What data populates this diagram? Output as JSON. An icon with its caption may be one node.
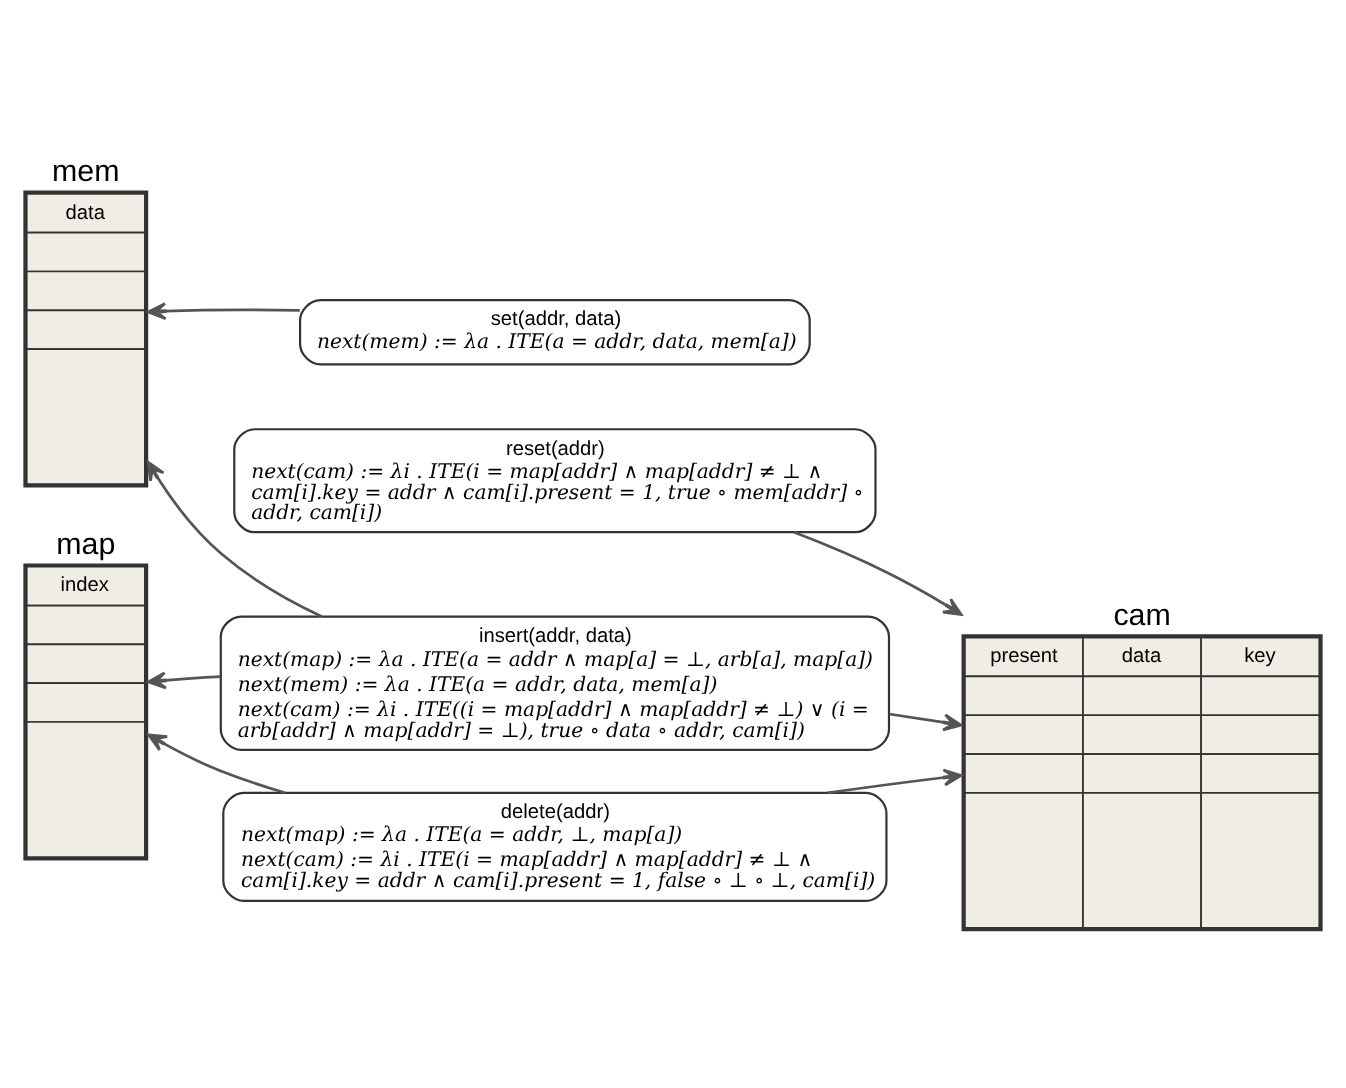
{
  "diagram": {
    "nodes": [
      {
        "text": [
          "mem",
          "data"
        ]
      },
      {
        "text": [
          "cam",
          "present",
          "data",
          "key"
        ]
      },
      {
        "text": [
          "set(addr, data)",
          "next(mem) := λa . ITE(a = addr, data, mem[a])"
        ]
      },
      {
        "text": [
          "reset(addr)",
          "next(cam) := λi . ITE(i = map[addr] ∧ map[addr] ≠ ⊥ ∧ cam[i].key = addr ∧ cam[i].present = 1, true ∘ mem[addr] ∘ addr, cam[i])"
        ]
      },
      {
        "text": [
          "map",
          "index"
        ]
      },
      {
        "text": [
          "insert(addr, data)",
          "next(map) := λa . ITE(a = addr ∧ map[a] = ⊥, arb[a], map[a])",
          "next(mem) := λa . ITE(a = addr, data, mem[a])",
          "next(cam) := λi . ITE((i = map[addr] ∧ map[addr] ≠ ⊥) ∨ (i = arb[addr] ∧ map[addr] = ⊥), true ∘ data ∘ addr, cam[i])"
        ]
      },
      {
        "text": [
          "delete(addr)",
          "next(map) := λa . ITE(a = addr, ⊥, map[a])",
          "next(cam) := λi . ITE(i = map[addr] ∧ map[addr] ≠ ⊥ ∧ cam[i].key = addr ∧ cam[i].present = 1, false ∘ ⊥ ∘ ⊥, cam[i])"
        ]
      }
    ],
    "edges": [
      {
        "from": 2,
        "to": 0,
        "arrow": "to"
      },
      {
        "from": 3,
        "to": 1,
        "arrow": "to"
      },
      {
        "from": 5,
        "to": 4,
        "arrow": "to"
      },
      {
        "from": 5,
        "to": 0,
        "arrow": "to"
      },
      {
        "from": 5,
        "to": 1,
        "arrow": "to"
      },
      {
        "from": 6,
        "to": 4,
        "arrow": "to"
      },
      {
        "from": 6,
        "to": 1,
        "arrow": "to"
      }
    ]
  }
}
